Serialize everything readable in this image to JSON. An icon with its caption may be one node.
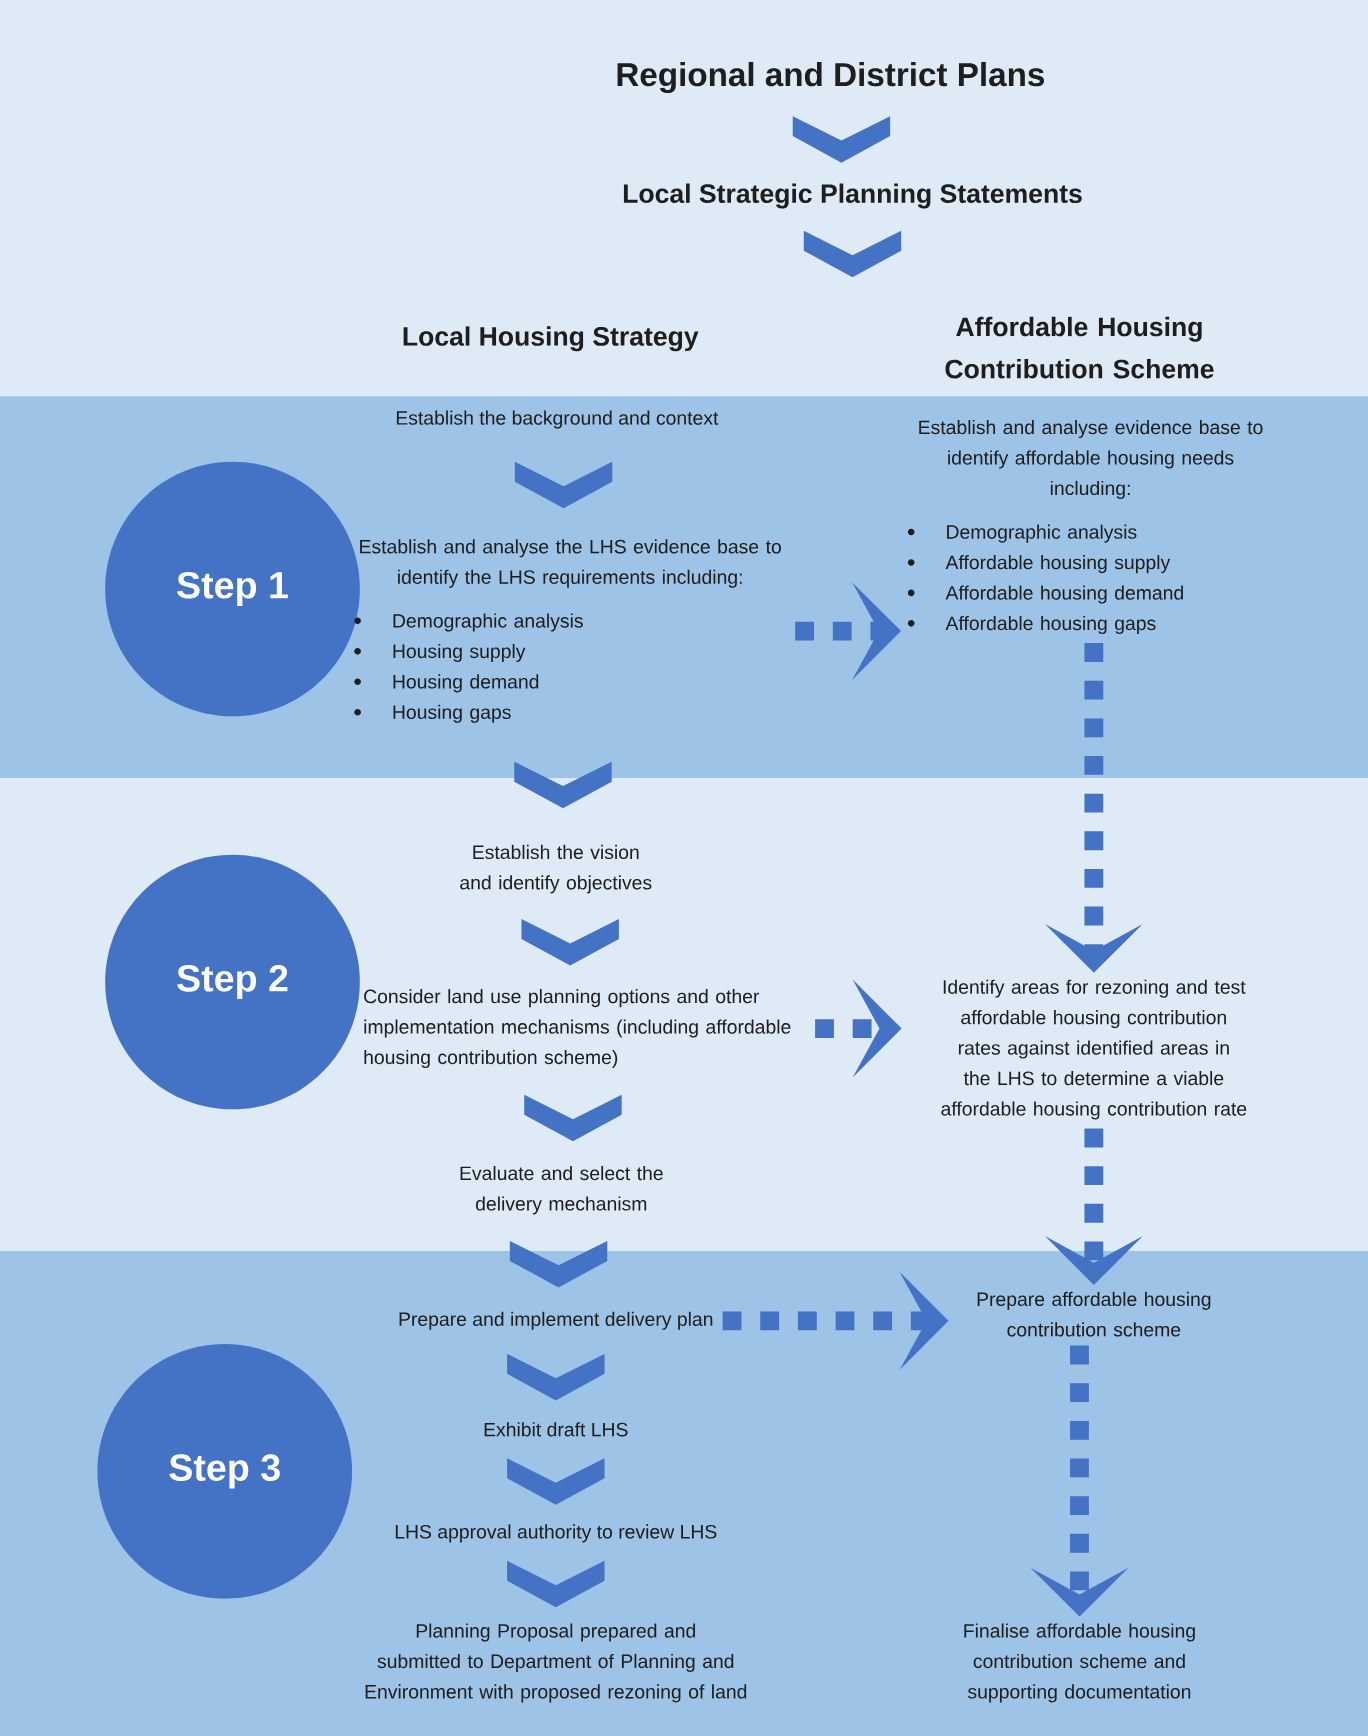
{
  "diagram": {
    "nodes": [
      {
        "text": [
          "Regional and District Plans"
        ]
      },
      {
        "text": [
          "Local Strategic Planning Statements"
        ]
      },
      {
        "text": [
          "Local Housing Strategy"
        ]
      },
      {
        "text": [
          "Affordable Housing Contribution Scheme"
        ]
      },
      {
        "text": [
          "Step 1"
        ]
      },
      {
        "text": [
          "Establish the background and context"
        ]
      },
      {
        "text": [
          "Establish and analyse the LHS evidence base to identify the LHS requirements including:",
          "Demographic analysis",
          "Housing supply",
          "Housing demand",
          "Housing gaps"
        ]
      },
      {
        "text": [
          "Establish and analyse evidence base to identify affordable housing needs including:",
          "Demographic analysis",
          "Affordable housing supply",
          "Affordable housing demand",
          "Affordable housing gaps"
        ]
      },
      {
        "text": [
          "Step 2"
        ]
      },
      {
        "text": [
          "Establish the vision and identify objectives"
        ]
      },
      {
        "text": [
          "Consider land use planning options and other implementation mechanisms (including affordable housing contribution scheme)"
        ]
      },
      {
        "text": [
          "Identify areas for rezoning and test affordable housing contribution rates against identified areas in the LHS to determine a viable affordable housing contribution rate"
        ]
      },
      {
        "text": [
          "Evaluate and select the delivery mechanism"
        ]
      },
      {
        "text": [
          "Step 3"
        ]
      },
      {
        "text": [
          "Prepare and implement delivery plan"
        ]
      },
      {
        "text": [
          "Prepare affordable housing contribution scheme"
        ]
      },
      {
        "text": [
          "Exhibit draft LHS"
        ]
      },
      {
        "text": [
          "LHS approval authority to review LHS"
        ]
      },
      {
        "text": [
          "Planning Proposal prepared and submitted to Department of Planning and Environment with proposed rezoning of land"
        ]
      },
      {
        "text": [
          "Finalise affordable housing contribution scheme and supporting documentation"
        ]
      }
    ],
    "edges": [
      {
        "from": 0,
        "to": 1,
        "arrow": "to"
      },
      {
        "from": 1,
        "to": null,
        "arrow": "to"
      },
      {
        "from": 5,
        "to": 6,
        "arrow": "to"
      },
      {
        "from": 6,
        "to": 9,
        "arrow": "to"
      },
      {
        "from": 9,
        "to": 10,
        "arrow": "to"
      },
      {
        "from": 10,
        "to": 12,
        "arrow": "to"
      },
      {
        "from": 12,
        "to": 14,
        "arrow": "to"
      },
      {
        "from": 14,
        "to": 16,
        "arrow": "to"
      },
      {
        "from": 16,
        "to": 17,
        "arrow": "to"
      },
      {
        "from": 17,
        "to": 18,
        "arrow": "to"
      },
      {
        "from": 6,
        "to": 7,
        "arrow": "to",
        "style": "dashed"
      },
      {
        "from": 7,
        "to": 11,
        "arrow": "to",
        "style": "dashed"
      },
      {
        "from": 10,
        "to": 11,
        "arrow": "to",
        "style": "dashed"
      },
      {
        "from": 11,
        "to": 15,
        "arrow": "to",
        "style": "dashed"
      },
      {
        "from": 14,
        "to": 15,
        "arrow": "to",
        "style": "dashed"
      },
      {
        "from": 15,
        "to": 19,
        "arrow": "to",
        "style": "dashed"
      }
    ]
  }
}
